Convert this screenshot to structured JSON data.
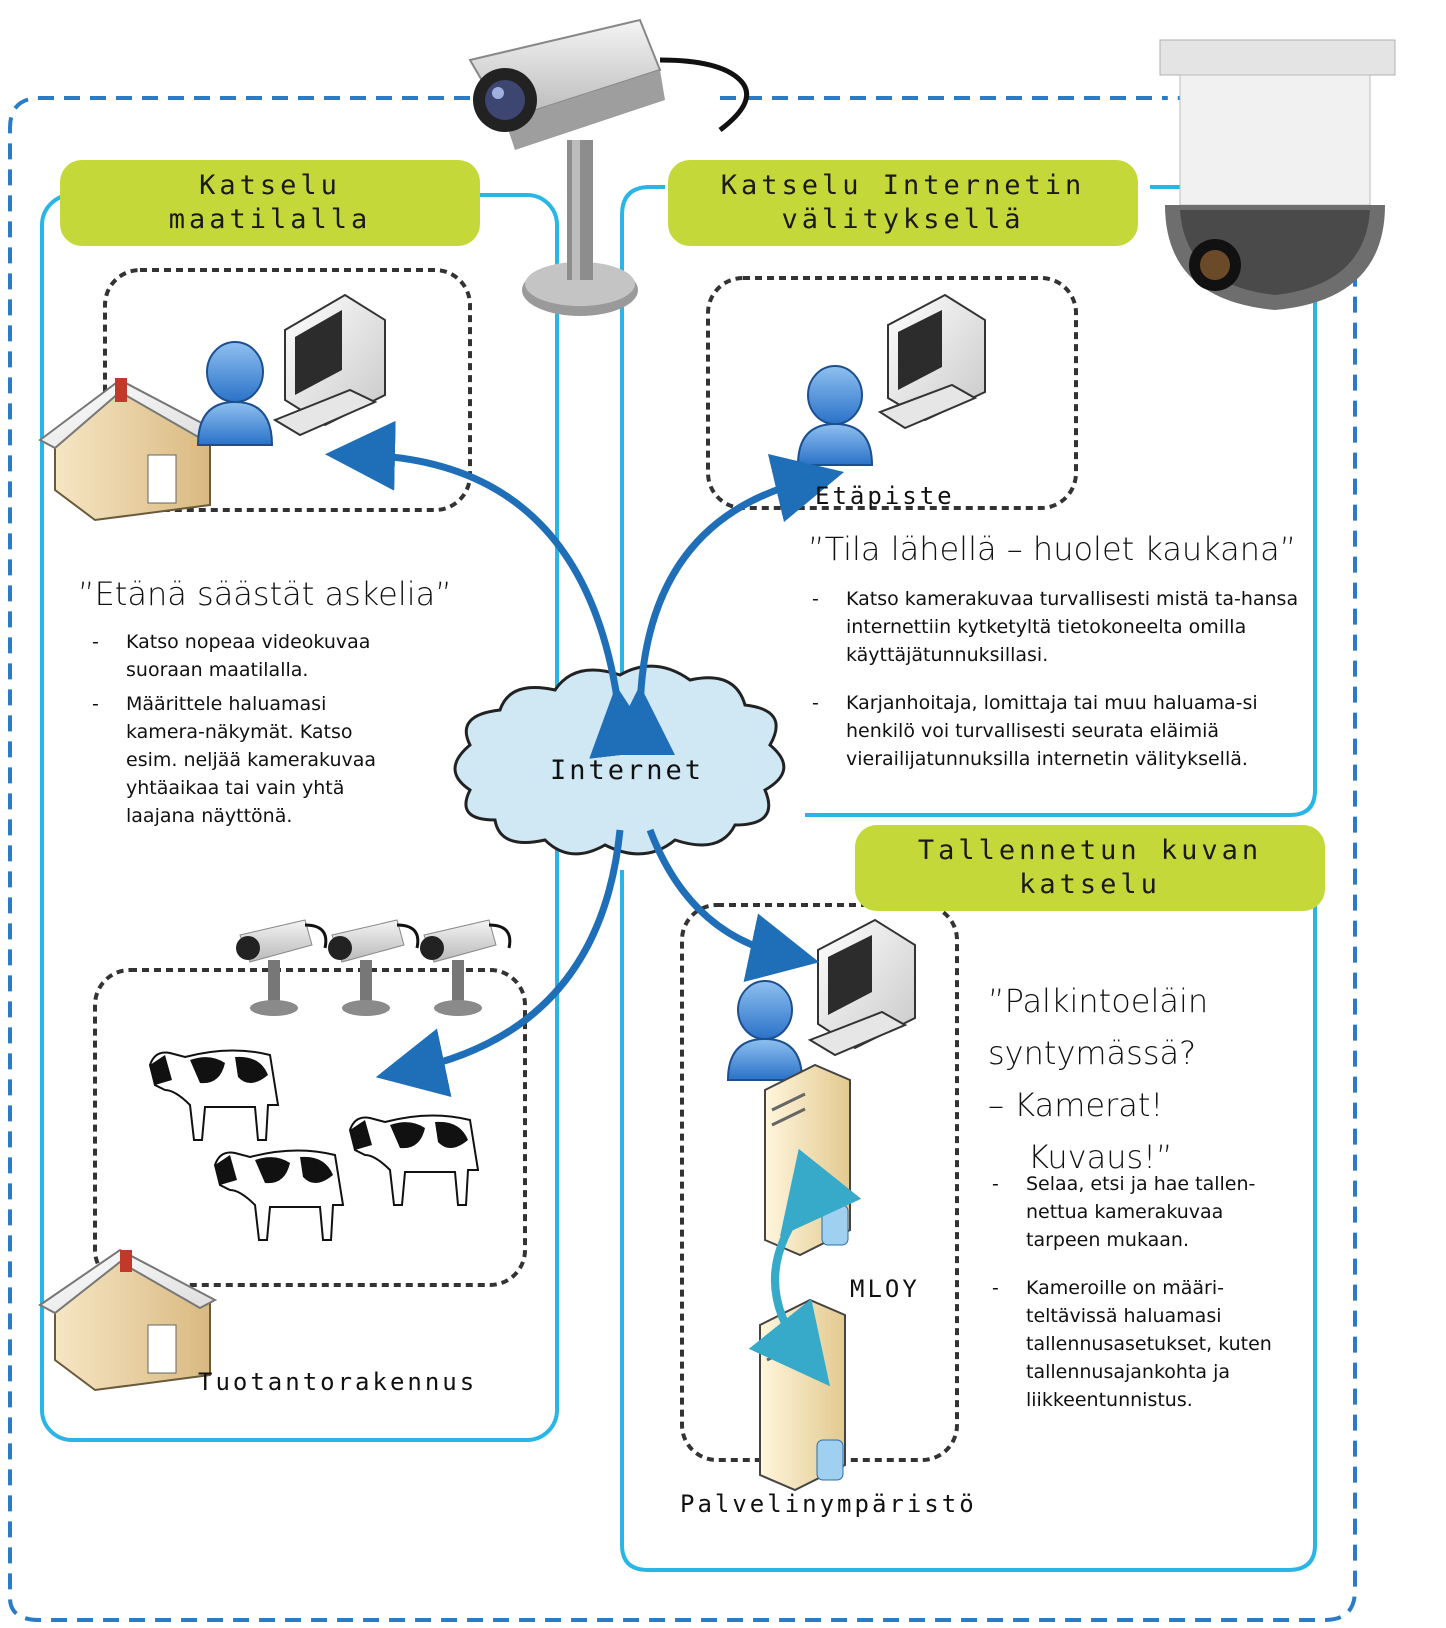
{
  "diagram": {
    "sections": {
      "farm": {
        "tab_line1": "Katselu",
        "tab_line2": "maatilalla",
        "quote": "”Etänä säästät askelia”",
        "bullets": [
          "Katso nopeaa videokuvaa suoraan maatilalla.",
          "Määrittele haluamasi kamera-näkymät. Katso esim. neljää kamerakuvaa yhtäaikaa tai vain yhtä laajana näyttönä."
        ]
      },
      "internet_view": {
        "tab_line1": "Katselu Internetin",
        "tab_line2": "välityksellä",
        "node_label": "Etäpiste",
        "quote": "”Tila lähellä – huolet kaukana”",
        "bullets": [
          "Katso kamerakuvaa turvallisesti mistä ta-hansa internettiin kytketyltä tietokoneelta omilla käyttäjätunnuksillasi.",
          "Karjanhoitaja, lomittaja tai muu haluama-si henkilö voi turvallisesti seurata eläimiä vierailijatunnuksilla internetin välityksellä."
        ]
      },
      "recorded": {
        "tab_line1": "Tallennetun kuvan",
        "tab_line2": "katselu",
        "server_label": "MLOY",
        "env_label": "Palvelinympäristö",
        "quote_lines": [
          "”Palkintoeläin",
          "syntymässä?",
          "– Kamerat!",
          "Kuvaus!”"
        ],
        "bullets": [
          "Selaa, etsi ja hae tallen-nettua kamerakuvaa tarpeen mukaan.",
          "Kameroille on määri-teltävissä haluamasi tallennusasetukset, kuten tallennusajankohta ja liikkeentunnistus."
        ]
      }
    },
    "internet_label": "Internet",
    "production_label": "Tuotantorakennus",
    "colors": {
      "tab_green": "#c5d83a",
      "panel_cyan": "#29b6e6",
      "outer_dash_blue": "#2a7cc7",
      "arrow_blue": "#1f6fb8",
      "cloud_fill": "#cfe8f4"
    },
    "icons": [
      "network-camera-icon",
      "dome-camera-icon",
      "house-icon",
      "user-icon",
      "computer-icon",
      "cloud-icon",
      "cow-icon",
      "server-icon"
    ]
  }
}
